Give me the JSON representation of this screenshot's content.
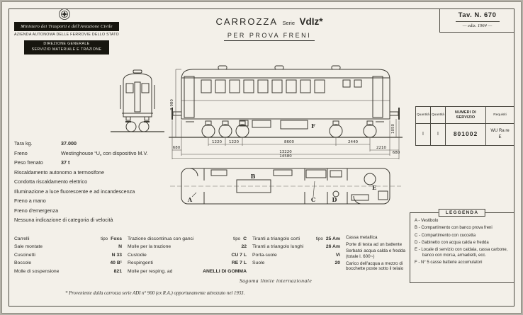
{
  "colors": {
    "paper": "#f3f0e9",
    "ink": "#2b2a26",
    "line": "#3c3a33"
  },
  "header": {
    "ministry": "Ministero dei Trasporti e dell'Aviazione Civile",
    "azienda": "AZIENDA AUTONOMA DELLE FERROVIE DELLO STATO",
    "direzione1": "DIREZIONE GENERALE",
    "direzione2": "SERVIZIO MATERIALE E TRAZIONE",
    "title": "CARROZZA",
    "serie_label": "Serie",
    "serie_value": "VdIz*",
    "subtitle": "PER PROVA FRENI",
    "plate": "Tav. N. 670",
    "edition": "— ediz. 1964 —"
  },
  "service_table": {
    "col_quantita_a": "Quantità",
    "col_quantita_b": "Quantità",
    "col_numbers": "NUMERI DI SERVIZIO",
    "col_requisiti": "Requisiti",
    "row": {
      "qa": "I",
      "qb": "I",
      "numero": "801002",
      "req_line1": "WU  Ra re",
      "req_line2": "E"
    }
  },
  "specs": [
    {
      "label": "Tara kg.",
      "value": "37.000"
    },
    {
      "label": "Freno",
      "value": "Westinghouse “U„ con dispositivo M.V."
    },
    {
      "label": "Peso frenato",
      "value": "37 t"
    },
    {
      "label": "Riscaldamento autonomo a termosifone",
      "value": ""
    },
    {
      "label": "Condotta riscaldamento elettrico",
      "value": ""
    },
    {
      "label": "Illuminazione a luce fluorescente e ad incandescenza",
      "value": ""
    },
    {
      "label": "Freno a mano",
      "value": ""
    },
    {
      "label": "Freno d'emergenza",
      "value": ""
    },
    {
      "label": "Nessuna indicazione di categoria di velocità",
      "value": ""
    }
  ],
  "equipment": {
    "col1": [
      {
        "label": "Carrelli",
        "tipo": "tipo",
        "value": "Foxs"
      },
      {
        "label": "Sale montate",
        "tipo": "",
        "value": "N"
      },
      {
        "label": "Cuscinetti",
        "tipo": "",
        "value": "N 33"
      },
      {
        "label": "Boccole",
        "tipo": "",
        "value": "40 B¹"
      },
      {
        "label": "Molle di sospensione",
        "tipo": "",
        "value": "821"
      }
    ],
    "col2": [
      {
        "label": "Trazione discontinua con ganci",
        "tipo": "tipo",
        "value": "C"
      },
      {
        "label": "Molle per la trazione",
        "tipo": "",
        "value": "22"
      },
      {
        "label": "Custodie",
        "tipo": "",
        "value": "CU 7 L"
      },
      {
        "label": "Respingenti",
        "tipo": "",
        "value": "RE 7 L"
      },
      {
        "label": "Molle per resping. ad",
        "tipo": "",
        "value": "ANELLI DI GOMMA"
      }
    ],
    "col3": [
      {
        "label": "Tiranti a triangolo corti",
        "tipo": "tipo",
        "value": "25 Am"
      },
      {
        "label": "Tiranti a triangolo lunghi",
        "tipo": "",
        "value": "26 Am"
      },
      {
        "label": "Porta-suole",
        "tipo": "",
        "value": "Vi"
      },
      {
        "label": "Suole",
        "tipo": "",
        "value": "20"
      }
    ],
    "col4": [
      "Cassa metallica",
      "Porte di testa ad un battente",
      "Serbatoi acqua calda e fredda (totale l. 600~)",
      "Carico dell'acqua a mezzo di bocchette poste sotto il telaio"
    ]
  },
  "legend": {
    "title": "LEGGENDA",
    "items": [
      "A - Vestibolo",
      "B - Compartimento con banco prova freni",
      "C - Compartimento con cuccetta",
      "D - Gabinetto con acqua calda e fredda",
      "E - Locale di servizio con caldaia, cassa carbone, banco con morsa, armadietti, ecc.",
      "F - N° 5 casse batterie accumulatori"
    ]
  },
  "drawing": {
    "dims": {
      "body_height": "3.980",
      "axle1": "1220",
      "axle2": "1220",
      "mid": "8600",
      "axle3": "2440",
      "buffer_left": "680",
      "tail_right": "2210",
      "buffer_right": "680",
      "body_length": "13220",
      "total_length": "14580",
      "right_height": "1050"
    },
    "letters": {
      "a": "A",
      "b": "B",
      "c": "C",
      "d": "D",
      "e": "E",
      "f": "F"
    }
  },
  "footer": {
    "sagoma": "Sagoma limite internazionale",
    "footnote": "* Proveniente dalla carrozza serie ADI n° 900 (ex R.A.) opportunamente attrezzato nel 1933."
  }
}
